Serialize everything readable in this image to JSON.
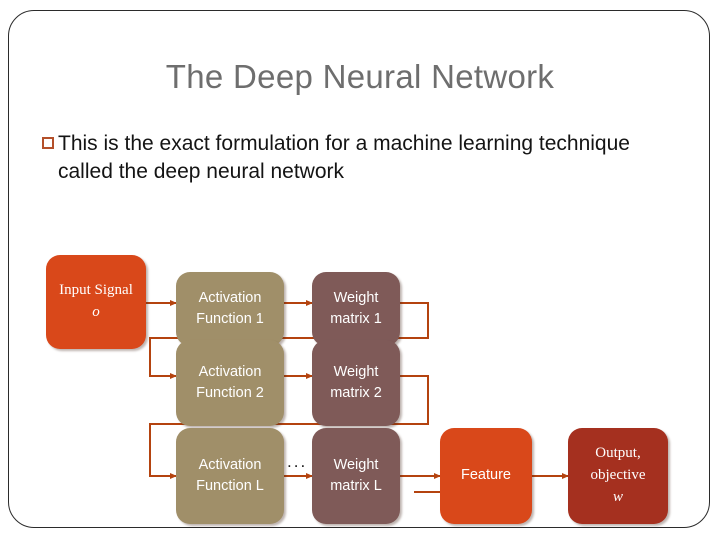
{
  "slide": {
    "title": "The Deep Neural Network",
    "bullets": [
      {
        "marker": "open-square-bullet",
        "text": "This is the exact formulation for a machine learning technique called the deep neural network"
      }
    ]
  },
  "diagram": {
    "ellipsis": "...",
    "colors": {
      "input_orange": "#d9481a",
      "activation_tan": "#a08f69",
      "weight_mauve": "#7f5a58",
      "output_red": "#a5301f",
      "wire": "#b4430f",
      "title_gray": "#6e6e6e",
      "bullet_marker": "#b4502a"
    },
    "nodes": [
      {
        "id": "input-signal",
        "style": "serif",
        "lines": [
          "Input Signal",
          "o"
        ],
        "color": "#d9481a"
      },
      {
        "id": "activation-function-1",
        "style": "sans",
        "lines": [
          "Activation",
          "Function 1"
        ],
        "color": "#a08f69"
      },
      {
        "id": "weight-matrix-1",
        "style": "sans",
        "lines": [
          "Weight",
          "matrix 1"
        ],
        "color": "#7f5a58"
      },
      {
        "id": "activation-function-2",
        "style": "sans",
        "lines": [
          "Activation",
          "Function 2"
        ],
        "color": "#a08f69"
      },
      {
        "id": "weight-matrix-2",
        "style": "sans",
        "lines": [
          "Weight",
          "matrix 2"
        ],
        "color": "#7f5a58"
      },
      {
        "id": "activation-function-l",
        "style": "sans",
        "lines": [
          "Activation",
          "Function L"
        ],
        "color": "#a08f69"
      },
      {
        "id": "weight-matrix-l",
        "style": "sans",
        "lines": [
          "Weight",
          "matrix L"
        ],
        "color": "#7f5a58"
      },
      {
        "id": "feature",
        "style": "sans",
        "lines": [
          "Feature"
        ],
        "color": "#d9481a"
      },
      {
        "id": "output-objective",
        "style": "serif",
        "lines": [
          "Output,",
          "objective",
          "w"
        ],
        "color": "#a5301f"
      }
    ]
  }
}
